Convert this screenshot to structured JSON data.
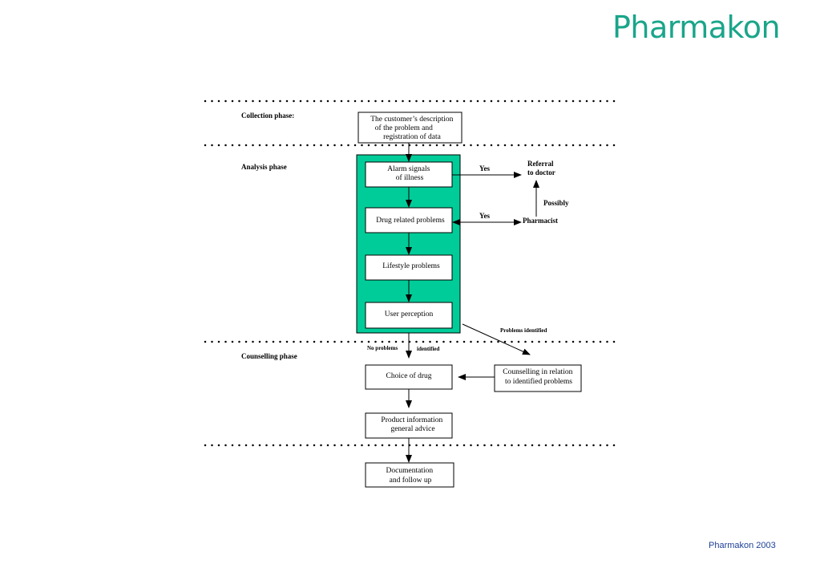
{
  "brand": {
    "logo_text": "Pharmakon",
    "footer_text": "Pharmakon 2003",
    "accent_color": "#00cc99",
    "logo_color": "#1aa58a",
    "footer_color": "#1d3f99"
  },
  "phases": {
    "collection": "Collection phase:",
    "analysis": "Analysis phase",
    "counselling": "Counselling phase"
  },
  "boxes": {
    "customer": [
      "The customer’s description",
      "of the problem and",
      "registration of data"
    ],
    "alarm": [
      "Alarm signals",
      "of illness"
    ],
    "drug_related": [
      "Drug related problems"
    ],
    "lifestyle": [
      "Lifestyle problems"
    ],
    "user_perception": [
      "User perception"
    ],
    "choice_of_drug": [
      "Choice of drug"
    ],
    "counselling_relation": [
      "Counselling in relation",
      "to identified problems"
    ],
    "product_info": [
      "Product information",
      "general advice"
    ],
    "documentation": [
      "Documentation",
      "and follow up"
    ]
  },
  "labels": {
    "yes1": "Yes",
    "yes2": "Yes",
    "referral": [
      "Referral",
      "to doctor"
    ],
    "possibly": "Possibly",
    "pharmacist": "Pharmacist",
    "problems_identified": "Problems identified",
    "no_problems": "No problems",
    "identified": "identified"
  }
}
